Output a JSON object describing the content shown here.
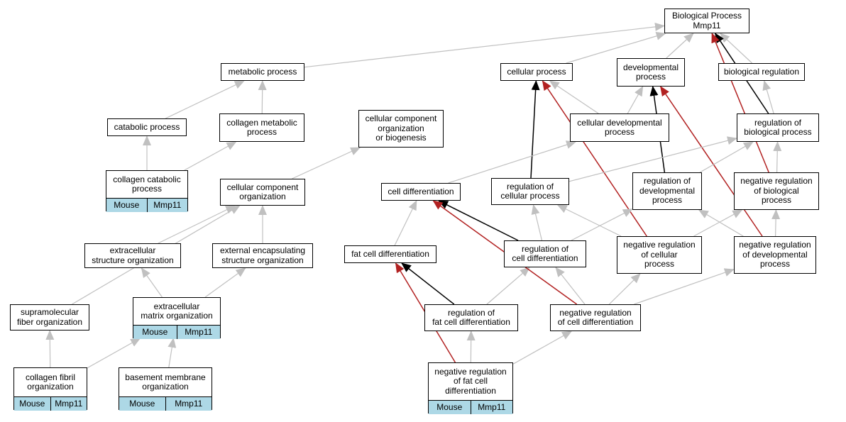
{
  "diagram": {
    "root": "Biological Process\nMmp11",
    "nodes": {
      "root": "Biological Process\nMmp11",
      "metabolic": "metabolic process",
      "cellular": "cellular process",
      "developmental": "developmental\nprocess",
      "bioreg": "biological regulation",
      "catabolic": "catabolic process",
      "collagen_metabolic": "collagen metabolic\nprocess",
      "ccob": "cellular component\norganization\nor biogenesis",
      "cell_dev": "cellular developmental\nprocess",
      "reg_bio": "regulation of\nbiological process",
      "collagen_catabolic": "collagen catabolic\nprocess",
      "cco": "cellular component\norganization",
      "cell_diff": "cell differentiation",
      "reg_cell": "regulation of\ncellular process",
      "reg_dev": "regulation of\ndevelopmental\nprocess",
      "neg_reg_bio": "negative regulation\nof biological\nprocess",
      "ext_struct": "extracellular\nstructure organization",
      "ext_encap": "external encapsulating\nstructure organization",
      "fat_diff": "fat cell differentiation",
      "reg_cell_diff": "regulation of\ncell differentiation",
      "neg_reg_cell": "negative regulation\nof cellular\nprocess",
      "neg_reg_dev": "negative regulation\nof developmental\nprocess",
      "supra": "supramolecular\nfiber organization",
      "ecm": "extracellular\nmatrix organization",
      "reg_fat": "regulation of\nfat cell differentiation",
      "neg_reg_cell_diff": "negative regulation\nof cell differentiation",
      "collagen_fibril": "collagen fibril\norganization",
      "basement": "basement membrane\norganization",
      "neg_reg_fat": "negative regulation\nof fat cell\ndifferentiation"
    },
    "annotations": {
      "collagen_catabolic": [
        "Mouse",
        "Mmp11"
      ],
      "ecm": [
        "Mouse",
        "Mmp11"
      ],
      "collagen_fibril": [
        "Mouse",
        "Mmp11"
      ],
      "basement": [
        "Mouse",
        "Mmp11"
      ],
      "neg_reg_fat": [
        "Mouse",
        "Mmp11"
      ]
    },
    "edge_colors": {
      "is_a": "#c0c0c0",
      "regulates": "#000000",
      "negatively_regulates": "#b22222"
    },
    "edges": [
      [
        "metabolic",
        "root",
        "is_a"
      ],
      [
        "cellular",
        "root",
        "is_a"
      ],
      [
        "developmental",
        "root",
        "is_a"
      ],
      [
        "bioreg",
        "root",
        "is_a"
      ],
      [
        "reg_bio",
        "root",
        "regulates"
      ],
      [
        "neg_reg_bio",
        "root",
        "negatively_regulates"
      ],
      [
        "catabolic",
        "metabolic",
        "is_a"
      ],
      [
        "collagen_metabolic",
        "metabolic",
        "is_a"
      ],
      [
        "collagen_catabolic",
        "catabolic",
        "is_a"
      ],
      [
        "collagen_catabolic",
        "collagen_metabolic",
        "is_a"
      ],
      [
        "cell_dev",
        "cellular",
        "is_a"
      ],
      [
        "cell_dev",
        "developmental",
        "is_a"
      ],
      [
        "reg_cell",
        "cellular",
        "regulates"
      ],
      [
        "neg_reg_cell",
        "cellular",
        "negatively_regulates"
      ],
      [
        "reg_dev",
        "developmental",
        "regulates"
      ],
      [
        "neg_reg_dev",
        "developmental",
        "negatively_regulates"
      ],
      [
        "reg_bio",
        "bioreg",
        "is_a"
      ],
      [
        "neg_reg_bio",
        "reg_bio",
        "is_a"
      ],
      [
        "reg_cell",
        "reg_bio",
        "is_a"
      ],
      [
        "reg_dev",
        "reg_bio",
        "is_a"
      ],
      [
        "cco",
        "ccob",
        "is_a"
      ],
      [
        "cell_diff",
        "cell_dev",
        "is_a"
      ],
      [
        "reg_cell_diff",
        "reg_cell",
        "is_a"
      ],
      [
        "reg_cell_diff",
        "reg_dev",
        "is_a"
      ],
      [
        "reg_cell_diff",
        "cell_diff",
        "regulates"
      ],
      [
        "neg_reg_cell",
        "reg_cell",
        "is_a"
      ],
      [
        "neg_reg_cell",
        "neg_reg_bio",
        "is_a"
      ],
      [
        "neg_reg_dev",
        "reg_dev",
        "is_a"
      ],
      [
        "neg_reg_dev",
        "neg_reg_bio",
        "is_a"
      ],
      [
        "ext_struct",
        "cco",
        "is_a"
      ],
      [
        "ext_encap",
        "cco",
        "is_a"
      ],
      [
        "supra",
        "cco",
        "is_a"
      ],
      [
        "fat_diff",
        "cell_diff",
        "is_a"
      ],
      [
        "ecm",
        "ext_struct",
        "is_a"
      ],
      [
        "ecm",
        "ext_encap",
        "is_a"
      ],
      [
        "reg_fat",
        "fat_diff",
        "regulates"
      ],
      [
        "reg_fat",
        "reg_cell_diff",
        "is_a"
      ],
      [
        "neg_reg_cell_diff",
        "reg_cell_diff",
        "is_a"
      ],
      [
        "neg_reg_cell_diff",
        "neg_reg_cell",
        "is_a"
      ],
      [
        "neg_reg_cell_diff",
        "neg_reg_dev",
        "is_a"
      ],
      [
        "neg_reg_cell_diff",
        "cell_diff",
        "negatively_regulates"
      ],
      [
        "collagen_fibril",
        "supra",
        "is_a"
      ],
      [
        "collagen_fibril",
        "ecm",
        "is_a"
      ],
      [
        "basement",
        "ecm",
        "is_a"
      ],
      [
        "neg_reg_fat",
        "reg_fat",
        "is_a"
      ],
      [
        "neg_reg_fat",
        "neg_reg_cell_diff",
        "is_a"
      ],
      [
        "neg_reg_fat",
        "fat_diff",
        "negatively_regulates"
      ]
    ]
  }
}
